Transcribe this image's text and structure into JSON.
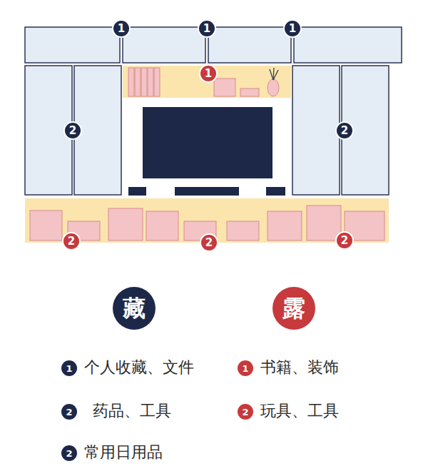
{
  "diagram": {
    "nodes": [
      {
        "text": [
          "1"
        ]
      },
      {
        "text": [
          "1"
        ]
      },
      {
        "text": [
          "1"
        ]
      },
      {
        "text": [
          "2"
        ]
      },
      {
        "text": [
          "1"
        ]
      },
      {
        "text": [
          "2"
        ]
      },
      {
        "text": [
          "2"
        ]
      },
      {
        "text": [
          "2"
        ]
      },
      {
        "text": [
          "2"
        ]
      },
      {
        "text": [
          "藏"
        ]
      },
      {
        "text": [
          "露"
        ]
      },
      {
        "text": [
          "1"
        ]
      },
      {
        "text": [
          "1"
        ]
      },
      {
        "text": [
          "2"
        ]
      },
      {
        "text": [
          "2"
        ]
      },
      {
        "text": [
          "2"
        ]
      }
    ],
    "legend": [
      {
        "text": "个人收藏、文件"
      },
      {
        "text": "书籍、装饰"
      },
      {
        "text": "药品、工具"
      },
      {
        "text": "玩具、工具"
      },
      {
        "text": "常用日用品"
      }
    ]
  }
}
